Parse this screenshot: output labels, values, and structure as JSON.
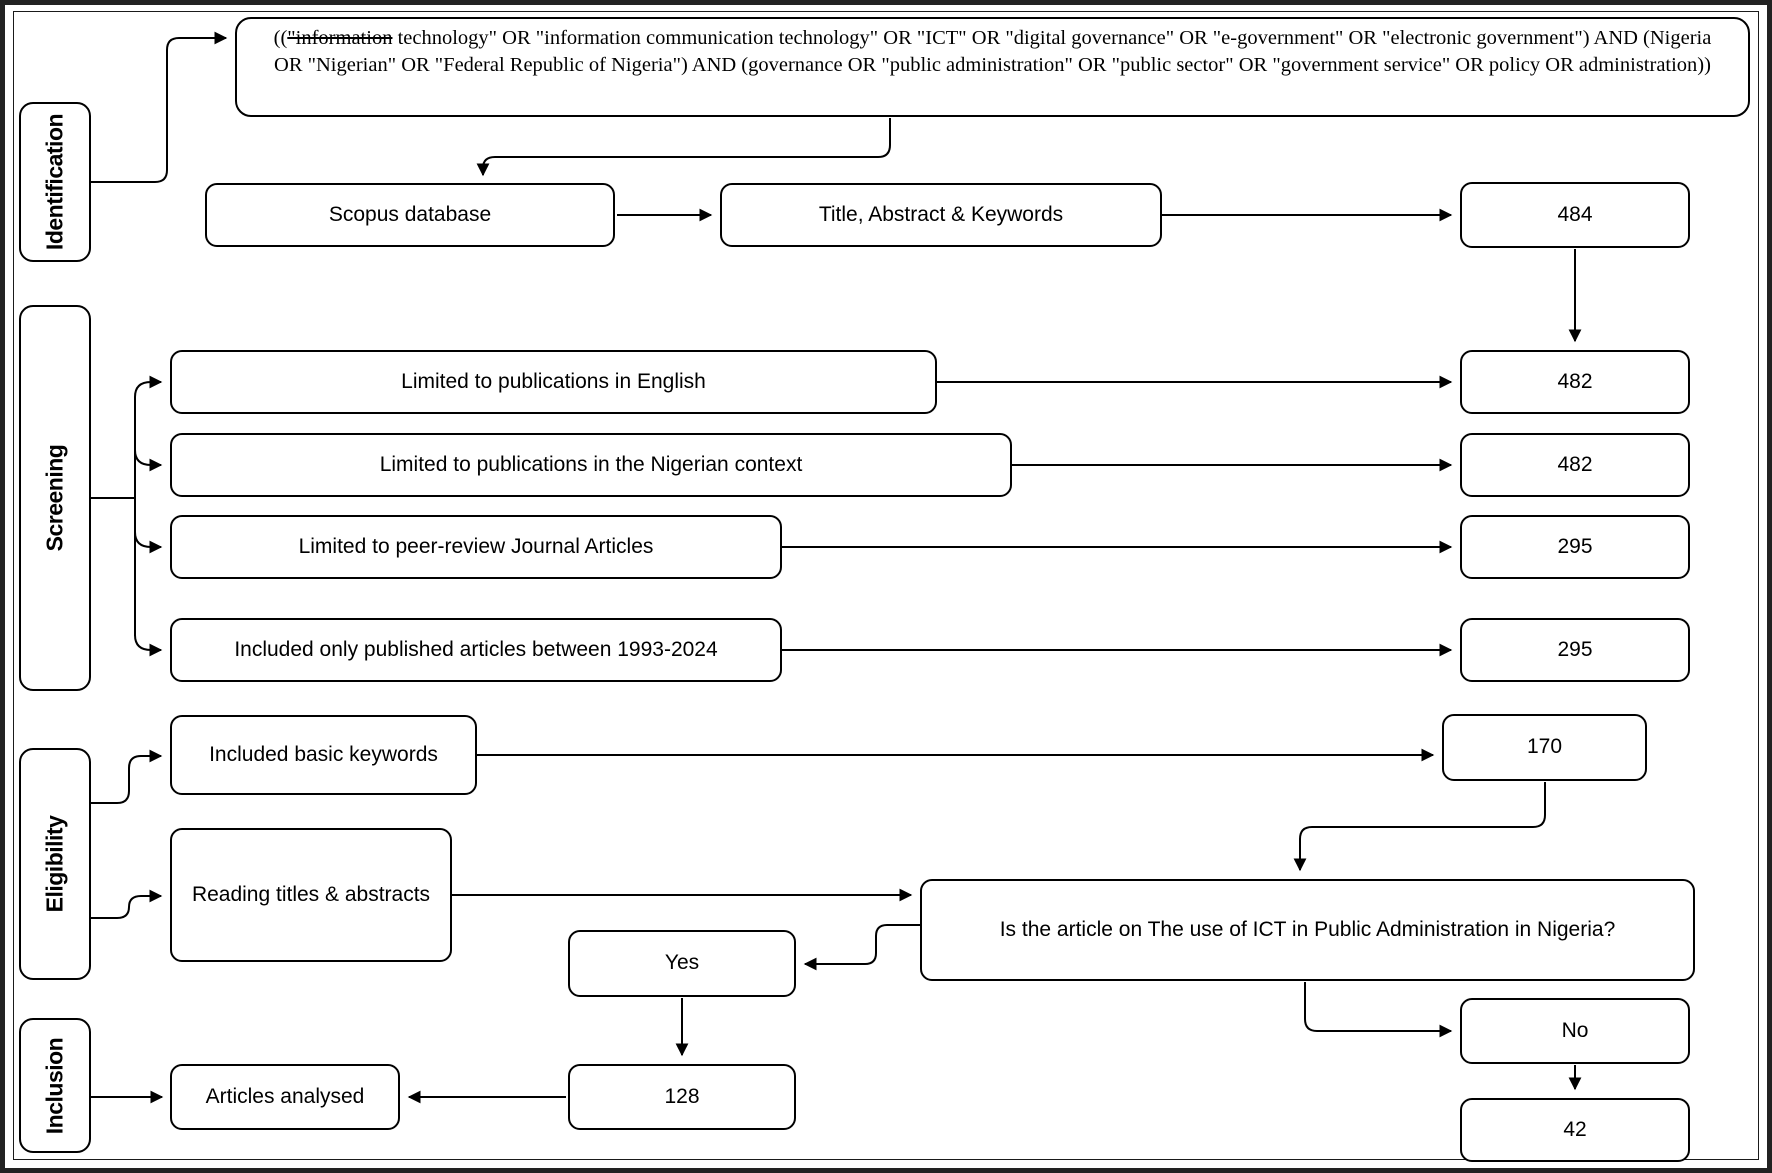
{
  "stages": [
    {
      "label": "Identification"
    },
    {
      "label": "Screening"
    },
    {
      "label": "Eligibility"
    },
    {
      "label": "Inclusion"
    }
  ],
  "query": {
    "open": "((",
    "struck": "\"information",
    "rest": " technology\" OR \"information communication technology\" OR \"ICT\" OR \"digital governance\" OR \"e-government\" OR \"electronic government\") AND (Nigeria OR \"Nigerian\" OR \"Federal Republic of Nigeria\") AND (governance OR \"public administration\" OR \"public sector\" OR \"government service\" OR policy OR administration))"
  },
  "nodes": {
    "scopus": "Scopus database",
    "title_abstract_keywords": "Title, Abstract & Keywords",
    "count_initial": "484",
    "limit_english": "Limited to publications in English",
    "limit_nigerian": "Limited to publications in the Nigerian context",
    "limit_peer_review": "Limited to peer-review Journal Articles",
    "limit_years": "Included only published articles between 1993-2024",
    "count_english": "482",
    "count_nigerian": "482",
    "count_peer_review": "295",
    "count_years": "295",
    "included_keywords": "Included basic keywords",
    "count_keywords": "170",
    "reading_titles": "Reading titles & abstracts",
    "question": "Is the article on The use of ICT in Public Administration in Nigeria?",
    "yes": "Yes",
    "no": "No",
    "count_yes": "128",
    "count_no": "42",
    "articles_analysed": "Articles analysed"
  }
}
